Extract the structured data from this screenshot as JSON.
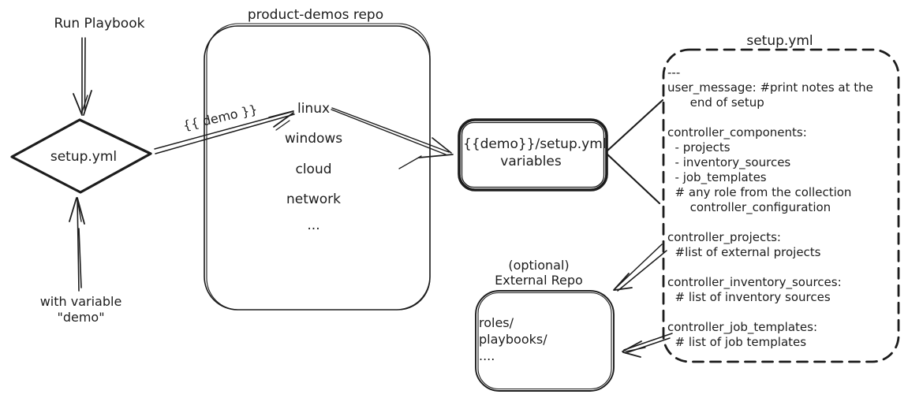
{
  "colors": {
    "ink": "#1c1c1c",
    "background": "#ffffff"
  },
  "left_flow": {
    "run_playbook_label": "Run Playbook",
    "diamond_label": "setup.yml",
    "with_variable_line1": "with variable",
    "with_variable_line2": "\"demo\"",
    "demo_variable_label": "{{ demo }}"
  },
  "product_demos": {
    "title": "product-demos repo",
    "items": [
      "linux",
      "windows",
      "cloud",
      "network",
      "..."
    ]
  },
  "variables_box": {
    "line1": "{{demo}}/setup.yml",
    "line2": "variables"
  },
  "setup_yml": {
    "title": "setup.yml",
    "content": "---\nuser_message: #print notes at the\n      end of setup\n\ncontroller_components:\n  - projects\n  - inventory_sources\n  - job_templates\n  # any role from the collection\n      controller_configuration\n\ncontroller_projects:\n  #list of external projects\n\ncontroller_inventory_sources:\n  # list of inventory sources\n\ncontroller_job_templates:\n  # list of job templates"
  },
  "external_repo": {
    "label_line1": "(optional)",
    "label_line2": "External Repo",
    "content": "roles/\nplaybooks/\n...."
  }
}
